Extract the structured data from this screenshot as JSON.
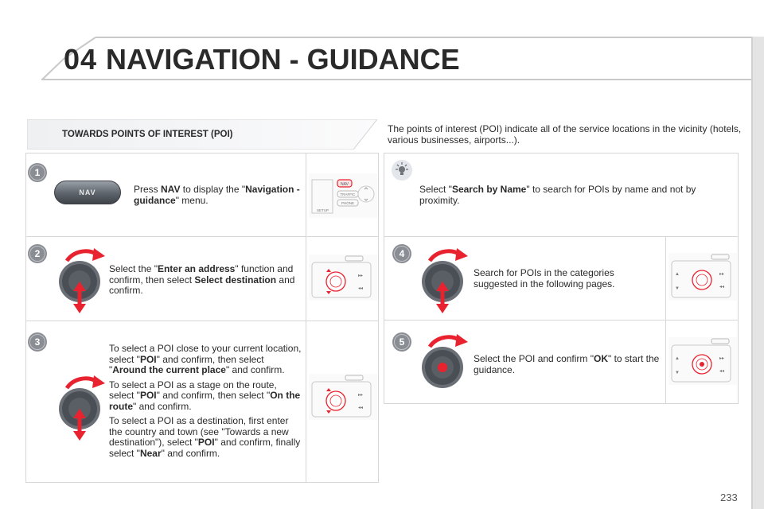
{
  "header": {
    "chapter_number": "04",
    "title": "NAVIGATION - GUIDANCE"
  },
  "section": {
    "title": "TOWARDS POINTS OF INTEREST (POI)",
    "intro": "The points of interest (POI) indicate all of the service locations in the vicinity (hotels, various businesses, airports...)."
  },
  "steps": [
    {
      "number": "1",
      "button_label": "NAV",
      "parts": [
        "Press ",
        "NAV",
        " to display the \"",
        "Navigation - guidance",
        "\" menu."
      ],
      "thumb_labels": [
        "NAV",
        "TRAFFIC",
        "PHONE",
        "SETUP"
      ]
    },
    {
      "number": "2",
      "parts": [
        "Select the \"",
        "Enter an address",
        "\" function and confirm, then select ",
        "Select destination",
        " and confirm."
      ]
    },
    {
      "number": "3",
      "paragraphs": [
        [
          "To select a POI close to your current location, select \"",
          "POI",
          "\" and confirm, then select \"",
          "Around the current place",
          "\" and confirm."
        ],
        [
          "To select a POI as a stage on the route, select \"",
          "POI",
          "\" and confirm, then select \"",
          "On the route",
          "\" and confirm."
        ],
        [
          "To select a POI as a destination, first enter the country and town (see \"Towards a new destination\"), select \"",
          "POI",
          "\" and confirm, finally select \"",
          "Near",
          "\" and confirm."
        ]
      ]
    },
    {
      "number": "tip",
      "parts": [
        "Select \"",
        "Search by Name",
        "\" to search for POIs by name and not by proximity."
      ]
    },
    {
      "number": "4",
      "text": "Search for POIs in the categories suggested in the following pages."
    },
    {
      "number": "5",
      "parts": [
        "Select the POI and confirm \"",
        "OK",
        "\" to start the guidance."
      ]
    }
  ],
  "page_number": "233",
  "colors": {
    "step_badge": "#8a8e94",
    "arrow_red": "#e8232f",
    "knob_dark": "#4a4e55",
    "header_line": "#c9c9c9"
  }
}
